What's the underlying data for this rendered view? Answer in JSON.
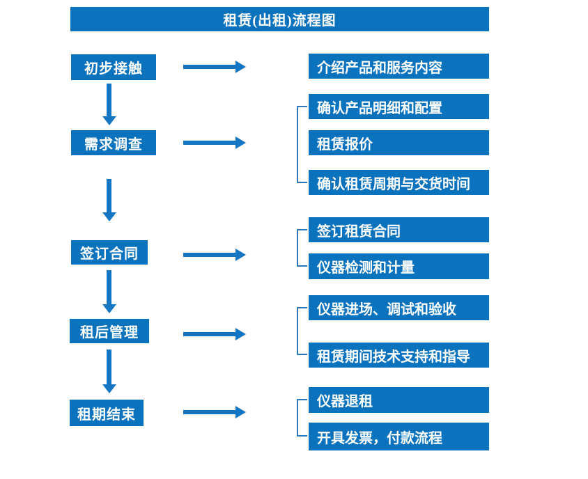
{
  "title": "租赁(出租)流程图",
  "colors": {
    "primary_blue": "#0b72bd",
    "arrow_blue": "#1576c4",
    "bracket_blue": "#2e79bd",
    "text_white": "#ffffff",
    "background": "#ffffff"
  },
  "stages": [
    {
      "label": "初步接触",
      "outputs": [
        "介绍产品和服务内容"
      ]
    },
    {
      "label": "需求调查",
      "outputs": [
        "确认产品明细和配置",
        "租赁报价",
        "确认租赁周期与交货时间"
      ]
    },
    {
      "label": "签订合同",
      "outputs": [
        "签订租赁合同",
        "仪器检测和计量"
      ]
    },
    {
      "label": "租后管理",
      "outputs": [
        "仪器进场、调试和验收",
        "租赁期间技术支持和指导"
      ]
    },
    {
      "label": "租期结束",
      "outputs": [
        "仪器退租",
        "开具发票，付款流程"
      ]
    }
  ]
}
